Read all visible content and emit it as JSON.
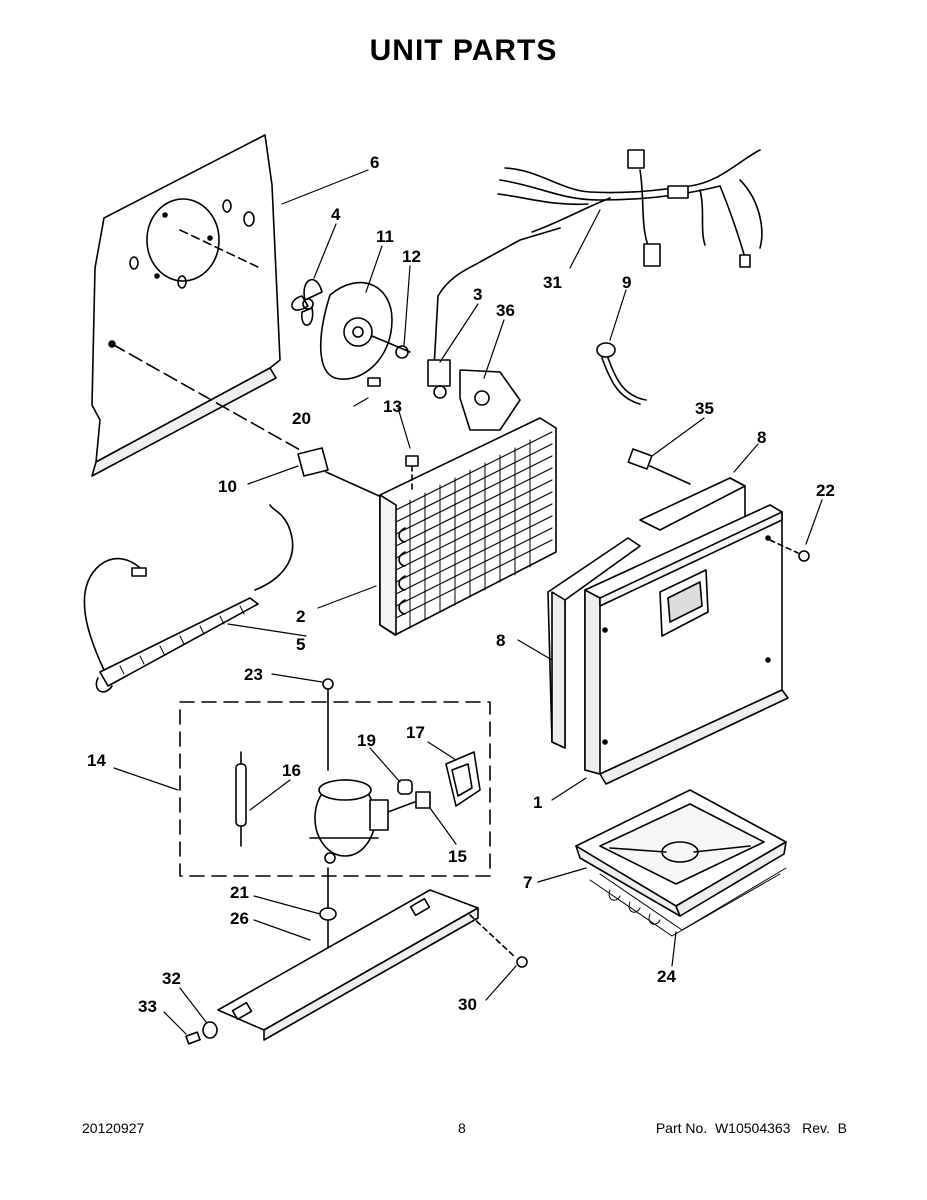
{
  "page": {
    "title": "UNIT PARTS"
  },
  "callouts": {
    "c1": "1",
    "c2": "2",
    "c3": "3",
    "c4": "4",
    "c5": "5",
    "c6": "6",
    "c7": "7",
    "c8a": "8",
    "c8b": "8",
    "c9": "9",
    "c10": "10",
    "c11": "11",
    "c12": "12",
    "c13": "13",
    "c14": "14",
    "c15": "15",
    "c16": "16",
    "c17": "17",
    "c19": "19",
    "c20": "20",
    "c21": "21",
    "c22": "22",
    "c23": "23",
    "c24": "24",
    "c26": "26",
    "c30": "30",
    "c31": "31",
    "c32": "32",
    "c33": "33",
    "c35": "35",
    "c36": "36"
  },
  "footer": {
    "date": "20120927",
    "page_number": "8",
    "part_number": "Part No.  W10504363   Rev.  B"
  }
}
